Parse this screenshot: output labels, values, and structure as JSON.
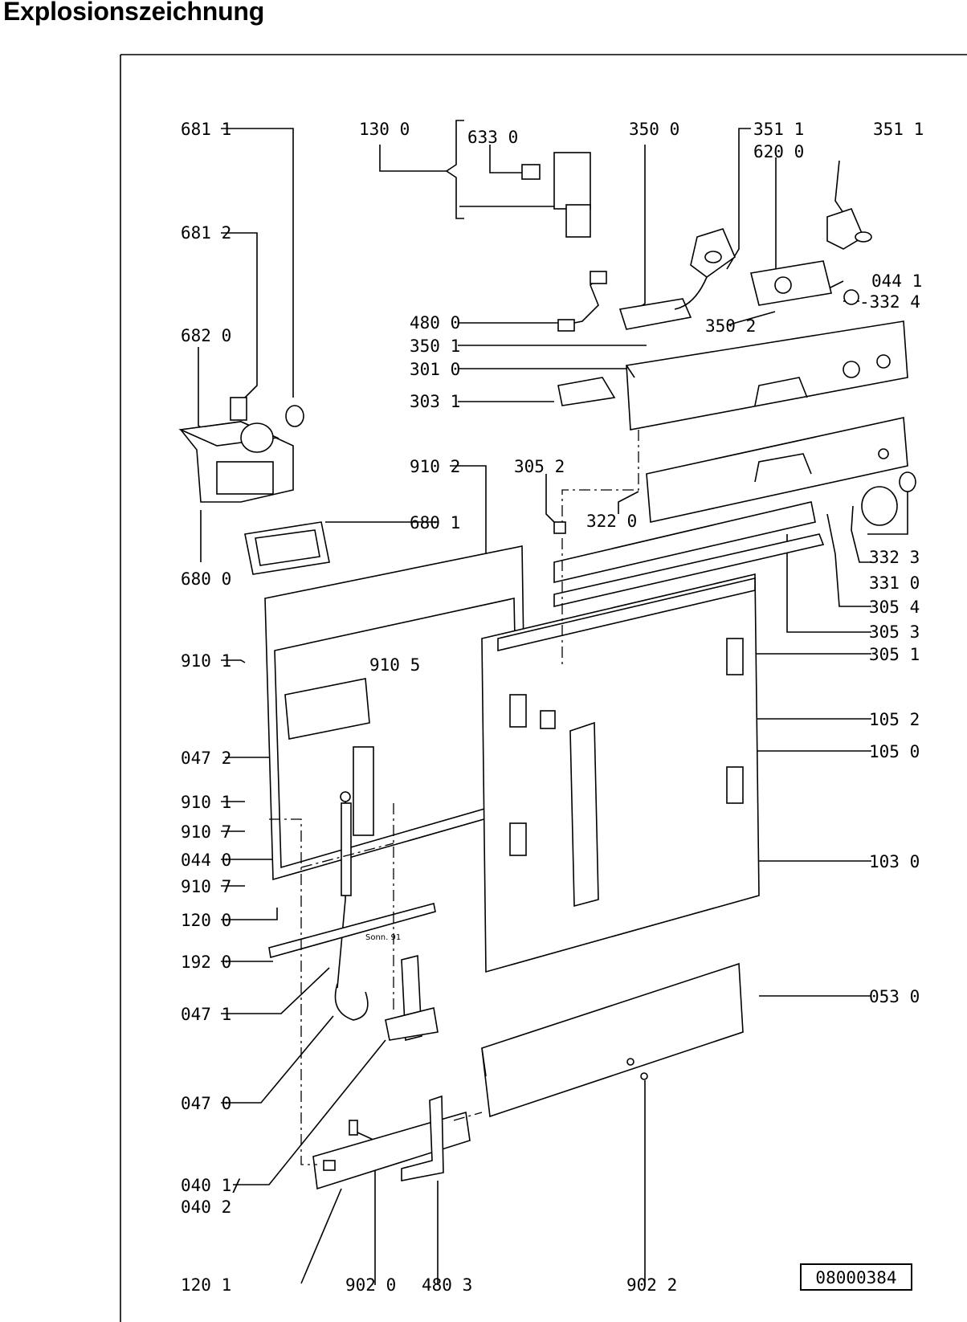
{
  "title": "Explosionszeichnung",
  "drawing_number": "08000384",
  "labels": {
    "l6811": "681 1",
    "l6812": "681 2",
    "l6820": "682 0",
    "l6800": "680 0",
    "l6801": "680 1",
    "l1300": "130 0",
    "l6330": "633 0",
    "l3500": "350 0",
    "l3511a": "351 1",
    "l6200": "620 0",
    "l3511b": "351 1",
    "l0441": "044 1",
    "l3324": "-332 4",
    "l4800": "480 0",
    "l3502": "350 2",
    "l3501": "350 1",
    "l3010": "301 0",
    "l3031": "303 1",
    "l9102": "910 2",
    "l3052": "305 2",
    "l3220": "322 0",
    "l3323": "332 3",
    "l3310": "331 0",
    "l3054": "305 4",
    "l3053": "305 3",
    "l3051": "305 1",
    "l9101a": "910 1",
    "l9105": "910 5",
    "l1052": "105 2",
    "l1050": "105 0",
    "l0472": "047 2",
    "l9101b": "910 1",
    "l9107a": "910 7",
    "l0440": "044 0",
    "l9107b": "910 7",
    "l1030": "103 0",
    "l1200": "120 0",
    "l1920": "192 0",
    "l0530": "053 0",
    "l0471": "047 1",
    "l0470": "047 0",
    "l0401": "040 1/",
    "l0402": "040 2",
    "l1201": "120 1",
    "l9020": "902 0",
    "l4803": "480 3",
    "l9022": "902 2"
  },
  "stamp": {
    "sonn": "Sonn. 91"
  }
}
